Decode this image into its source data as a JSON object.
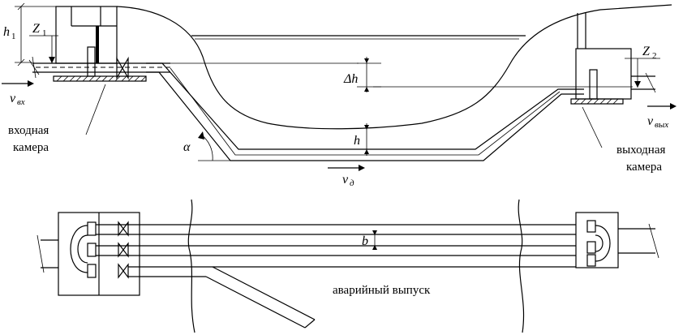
{
  "symbols": {
    "h1": "h",
    "h1_sub": "1",
    "z1": "Z",
    "z1_sub": "1",
    "z2": "Z",
    "z2_sub": "2",
    "v_in": "v",
    "v_in_sub": "вх",
    "v_out": "v",
    "v_out_sub": "вых",
    "v_d": "v",
    "v_d_sub": "д",
    "delta_h": "Δh",
    "h": "h",
    "alpha": "α",
    "b": "b"
  },
  "labels": {
    "inlet_line1": "входная",
    "inlet_line2": "камера",
    "outlet_line1": "выходная",
    "outlet_line2": "камера",
    "emergency_outlet": "аварийный выпуск"
  }
}
